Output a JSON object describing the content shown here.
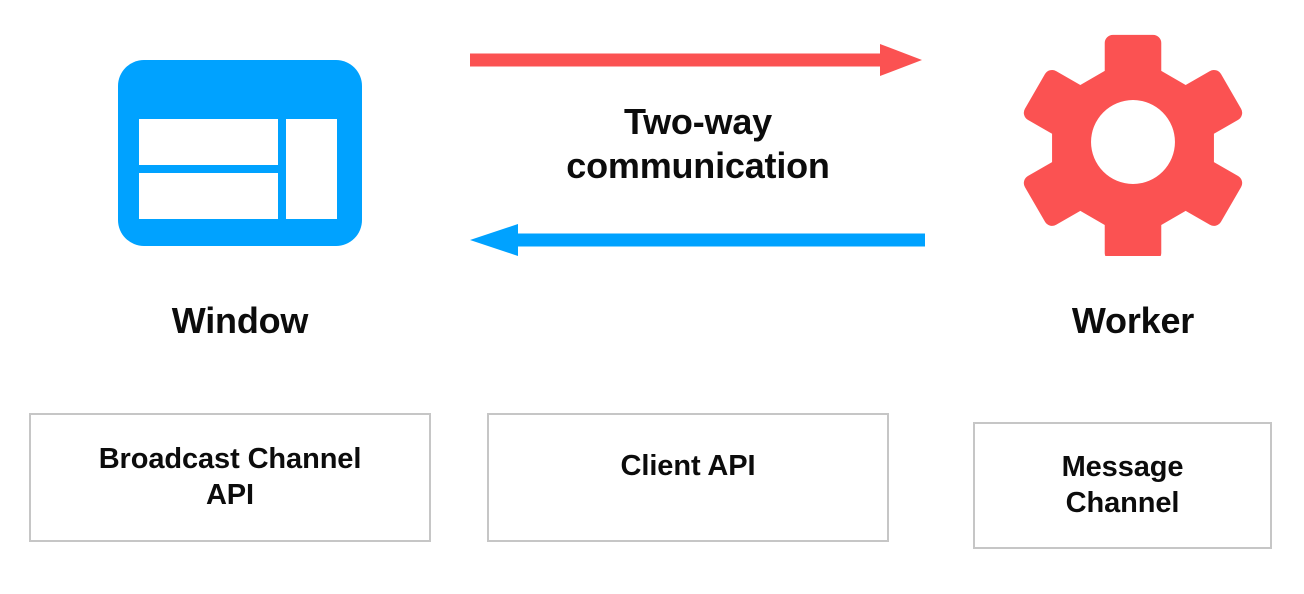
{
  "diagram": {
    "title": "Two-way communication between Window and Worker",
    "background_color": "#ffffff",
    "nodes": [
      {
        "id": "window",
        "label": "Window",
        "icon": "browser-window-icon",
        "color": "#00A2FF"
      },
      {
        "id": "worker",
        "label": "Worker",
        "icon": "gear-icon",
        "color": "#FB5252"
      }
    ],
    "connector": {
      "caption_line1": "Two-way",
      "caption_line2": "communication",
      "caption": "Two-way communication",
      "arrows": [
        {
          "id": "window-to-worker",
          "direction": "right",
          "from": "window",
          "to": "worker",
          "color": "#FB5252"
        },
        {
          "id": "worker-to-window",
          "direction": "left",
          "from": "worker",
          "to": "window",
          "color": "#00A2FF"
        }
      ]
    },
    "api_boxes": [
      {
        "id": "broadcast-channel-api",
        "label": "Broadcast Channel\nAPI",
        "border_color": "#c6c6c6"
      },
      {
        "id": "client-api",
        "label": "Client API",
        "border_color": "#c6c6c6"
      },
      {
        "id": "message-channel",
        "label": "Message\nChannel",
        "border_color": "#c6c6c6"
      }
    ]
  }
}
